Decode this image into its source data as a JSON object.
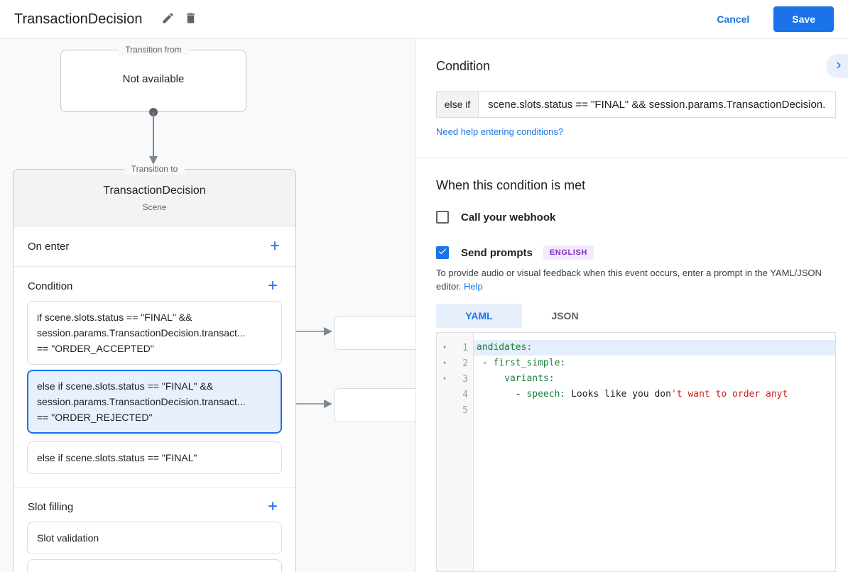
{
  "header": {
    "title": "TransactionDecision",
    "cancel_label": "Cancel",
    "save_label": "Save"
  },
  "icons": {
    "add": "+",
    "fold": "▾"
  },
  "canvas": {
    "transition_from": {
      "legend": "Transition from",
      "text": "Not available"
    },
    "transition_to": {
      "legend": "Transition to",
      "title": "TransactionDecision",
      "subtitle": "Scene",
      "on_enter_label": "On enter",
      "condition_label": "Condition",
      "condition_items": [
        {
          "selected": false,
          "lines": [
            "if scene.slots.status == \"FINAL\" &&",
            "session.params.TransactionDecision.transact...",
            "== \"ORDER_ACCEPTED\""
          ]
        },
        {
          "selected": true,
          "lines": [
            "else if scene.slots.status == \"FINAL\" &&",
            "session.params.TransactionDecision.transact...",
            "== \"ORDER_REJECTED\""
          ]
        },
        {
          "selected": false,
          "lines": [
            "else if scene.slots.status == \"FINAL\""
          ]
        }
      ],
      "slot_filling_label": "Slot filling",
      "slot_items": [
        {
          "label": "Slot validation"
        }
      ]
    }
  },
  "panel": {
    "heading": "Condition",
    "condition_row": {
      "keyword": "else if",
      "value": "scene.slots.status == \"FINAL\" && session.params.TransactionDecision."
    },
    "help_link": "Need help entering conditions?",
    "section_heading": "When this condition is met",
    "webhook": {
      "label": "Call your webhook",
      "checked": false
    },
    "send_prompts": {
      "label": "Send prompts",
      "badge": "ENGLISH",
      "checked": true
    },
    "description": "To provide audio or visual feedback when this event occurs, enter a prompt in the YAML/JSON editor.",
    "description_link": "Help",
    "tabs": {
      "yaml": "YAML",
      "json": "JSON",
      "active": "YAML"
    },
    "editor": {
      "lines": [
        {
          "num": "1",
          "fold": true,
          "highlight": true,
          "segments": [
            {
              "text": "andidates:",
              "color": "green"
            }
          ]
        },
        {
          "num": "2",
          "fold": true,
          "segments": [
            {
              "text": " - ",
              "color": "plain"
            },
            {
              "text": "first_simple:",
              "color": "green"
            }
          ]
        },
        {
          "num": "3",
          "fold": true,
          "segments": [
            {
              "text": "     ",
              "color": "plain"
            },
            {
              "text": "variants:",
              "color": "green"
            }
          ]
        },
        {
          "num": "4",
          "fold": false,
          "segments": [
            {
              "text": "       - ",
              "color": "plain"
            },
            {
              "text": "speech:",
              "color": "green"
            },
            {
              "text": " Looks like you don",
              "color": "plain"
            },
            {
              "text": "'t want to order anyt",
              "color": "red"
            }
          ]
        },
        {
          "num": "5",
          "fold": false,
          "segments": []
        }
      ]
    }
  },
  "colors": {
    "accent_blue": "#1a73e8",
    "selected_bg": "#e8f0fe",
    "badge_purple": "#8430ce",
    "code_green": "#188038",
    "code_red": "#c5221f"
  }
}
